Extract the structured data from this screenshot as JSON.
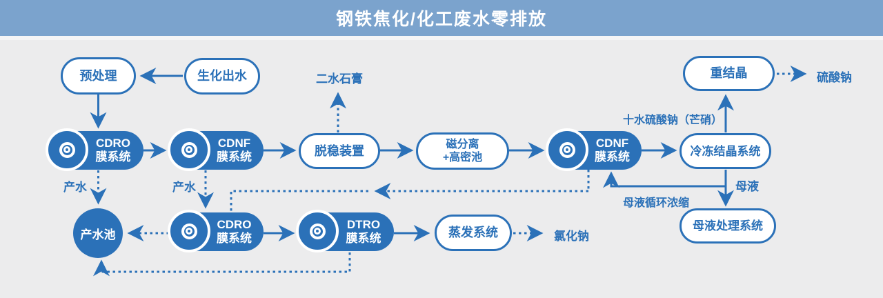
{
  "title": "钢铁焦化/化工废水零排放",
  "colors": {
    "banner": "#7BA3CD",
    "primary": "#2B71B8",
    "background": "#ECECED",
    "node_text_on_blue": "#FFFFFF"
  },
  "icons": {
    "membrane_disc": "concentric-rings-target"
  },
  "nodes": {
    "pretreatment": {
      "label": "预处理"
    },
    "bio_effluent": {
      "label": "生化出水"
    },
    "cdro1": {
      "line1": "CDRO",
      "line2": "膜系统"
    },
    "cdnf1": {
      "line1": "CDNF",
      "line2": "膜系统"
    },
    "destabilizer": {
      "label": "脱稳装置"
    },
    "magnetic_separation": {
      "line1": "磁分离",
      "line2": "+高密池"
    },
    "cdnf2": {
      "line1": "CDNF",
      "line2": "膜系统"
    },
    "freeze_crystallization": {
      "label": "冷冻结晶系统"
    },
    "recrystallization": {
      "label": "重结晶"
    },
    "mother_liquor_treatment": {
      "label": "母液处理系统"
    },
    "product_water_pool": {
      "label": "产水池"
    },
    "cdro2": {
      "line1": "CDRO",
      "line2": "膜系统"
    },
    "dtro": {
      "line1": "DTRO",
      "line2": "膜系统"
    },
    "evaporation": {
      "label": "蒸发系统"
    }
  },
  "labels": {
    "gypsum": "二水石膏",
    "sodium_sulfate": "硫酸钠",
    "glauber_salt": "十水硫酸钠（芒硝）",
    "mother_liquor": "母液",
    "mother_liquor_recycle": "母液循环浓缩",
    "product_water_left": "产水",
    "product_water_mid": "产水",
    "sodium_chloride": "氯化钠"
  }
}
